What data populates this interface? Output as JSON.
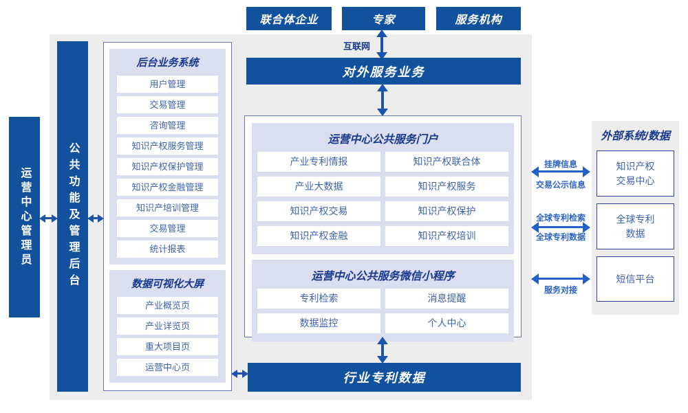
{
  "colors": {
    "primary_blue": "#11519e",
    "panel_lavender": "#dbdeee",
    "background_gray": "#ededed",
    "panel_border": "#6b74ad",
    "external_box_border": "#31419a",
    "item_text_blue": "#3e63ae",
    "title_navy": "#17388c",
    "arrow_blue": "#1b53ad",
    "right_arrow_blue": "#2162c8"
  },
  "top_actors": [
    {
      "label": "联合体企业"
    },
    {
      "label": "专家"
    },
    {
      "label": "服务机构"
    }
  ],
  "labels": {
    "internet": "互联网",
    "external_service": "对外服务业务",
    "industry_patent": "行业专利数据",
    "admin_sidebar": "运营中心管理员",
    "backend_sidebar": "公共功能及管理后台"
  },
  "left_panel": {
    "backend_system": {
      "title": "后台业务系统",
      "items": [
        "用户管理",
        "交易管理",
        "咨询管理",
        "知识产权服务管理",
        "知识产权保护管理",
        "知识产权金融管理",
        "知识产培训管理",
        "交易管理",
        "统计报表"
      ]
    },
    "dashboard": {
      "title": "数据可视化大屏",
      "items": [
        "产业概览页",
        "产业详览页",
        "重大项目页",
        "运营中心页"
      ]
    }
  },
  "center_panel": {
    "portal": {
      "title": "运营中心公共服务门户",
      "items": [
        "产业专利情报",
        "知识产权联合体",
        "产业大数据",
        "知识产权服务",
        "知识产权交易",
        "知识产权保护",
        "知识产权金融",
        "知识产权培训"
      ]
    },
    "miniprogram": {
      "title": "运营中心公共服务微信小程序",
      "items": [
        "专利检索",
        "消息提醒",
        "数据监控",
        "个人中心"
      ]
    }
  },
  "external_panel": {
    "title": "外部系统/数据",
    "systems": [
      {
        "name": "知识产权\n交易中心"
      },
      {
        "name": "全球专利\n数据"
      },
      {
        "name": "短信平台"
      }
    ]
  },
  "right_links": [
    {
      "top": "挂牌信息",
      "bottom": "交易公示信息"
    },
    {
      "top": "全球专利检索",
      "bottom": "全球专利数据"
    },
    {
      "top": "",
      "bottom": "服务对接"
    }
  ]
}
